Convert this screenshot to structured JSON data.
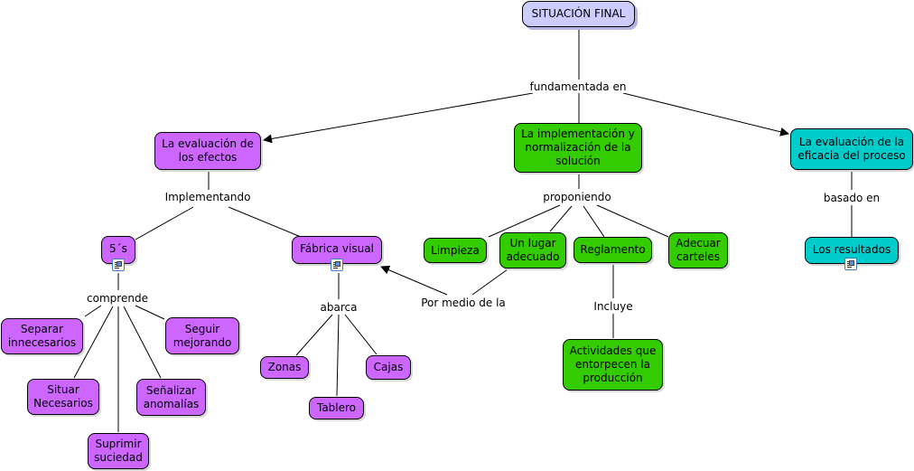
{
  "diagram": {
    "type": "concept-map",
    "colors": {
      "root": "#ccccff",
      "purple": "#cc66ff",
      "green": "#33cc00",
      "cyan": "#00cccc"
    },
    "nodes": {
      "root": "SITUACIÓN FINAL",
      "eval_efectos": "La evaluación de\nlos efectos",
      "implementacion": "La implementación y\nnormalización de la\nsolución",
      "eval_eficacia": "La evaluación de la\neficacia del proceso",
      "cinco_s": "5´s",
      "fabrica_visual": "Fábrica visual",
      "separar": "Separar\ninnecesarios",
      "seguir": "Seguir\nmejorando",
      "situar": "Situar\nNecesarios",
      "senalizar": "Señalizar\nanomalías",
      "suprimir": "Suprimir\nsuciedad",
      "zonas": "Zonas",
      "cajas": "Cajas",
      "tablero": "Tablero",
      "limpieza": "Limpieza",
      "lugar": "Un lugar\nadecuado",
      "reglamento": "Reglamento",
      "carteles": "Adecuar\ncarteles",
      "actividades": "Actividades que\nentorpecen la\nproducción",
      "resultados": "Los resultados"
    },
    "link_labels": {
      "fundamentada": "fundamentada en",
      "implementando": "Implementando",
      "proponiendo": "proponiendo",
      "basado": "basado en",
      "comprende": "comprende",
      "abarca": "abarca",
      "por_medio": "Por medio de la",
      "incluye": "Incluye"
    },
    "resource_icons": [
      "cinco_s",
      "fabrica_visual",
      "resultados"
    ]
  }
}
